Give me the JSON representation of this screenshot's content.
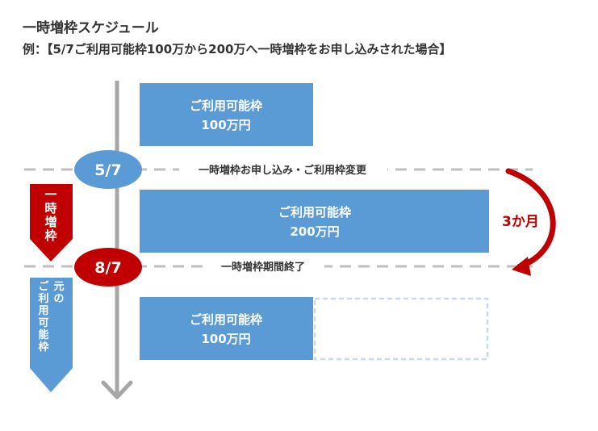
{
  "header": {
    "title": "一時増枠スケジュール",
    "example": "例：【5/7ご利用可能枠100万から200万へ一時増枠をお申し込みされた場合】"
  },
  "timeline": {
    "date_start": "5/7",
    "date_end": "8/7",
    "event_start": "一時増枠お申し込み・ご利用枠変更",
    "event_end": "一時増枠期間終了"
  },
  "blocks": {
    "before": {
      "line1": "ご利用可能枠",
      "line2": "100万円"
    },
    "during": {
      "line1": "ご利用可能枠",
      "line2": "200万円"
    },
    "after": {
      "line1": "ご利用可能枠",
      "line2": "100万円"
    }
  },
  "side_labels": {
    "temporary": [
      "一",
      "時",
      "増",
      "枠"
    ],
    "original": [
      "元",
      "の",
      "ご",
      "利",
      "用",
      "可",
      "能",
      "枠"
    ]
  },
  "duration": "3か月",
  "colors": {
    "blue_block": "#5b9bd5",
    "red": "#c00000",
    "timeline_gray": "#a6a6a6",
    "dashed_line": "#bfbfbf"
  }
}
